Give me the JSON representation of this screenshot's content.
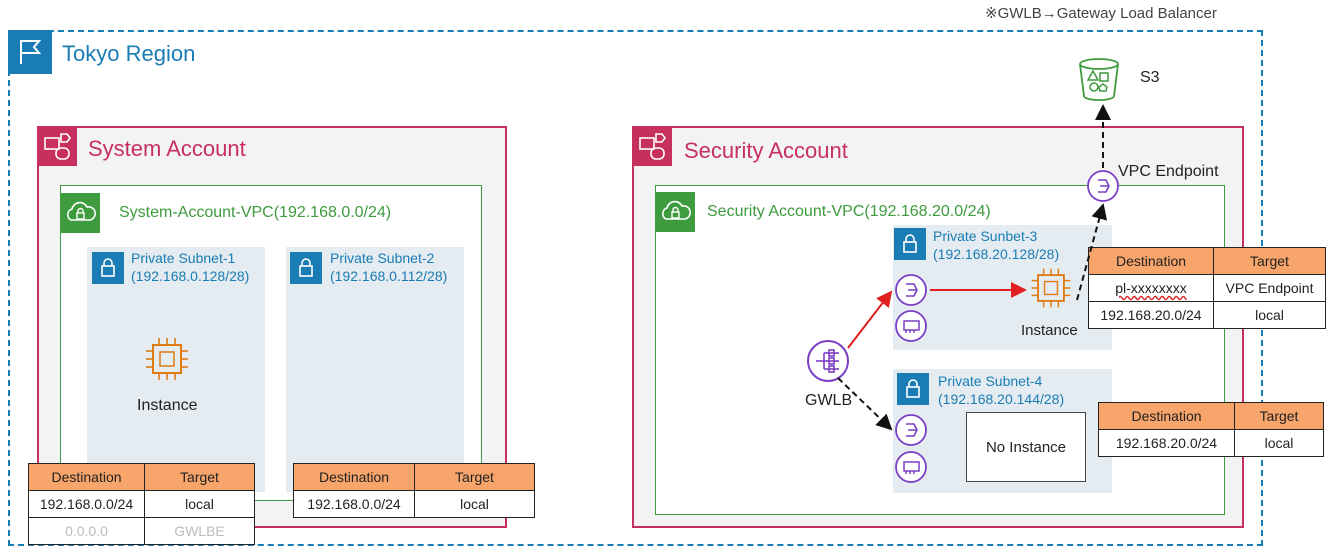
{
  "note": "※GWLB→Gateway Load Balancer",
  "region": {
    "title": "Tokyo Region"
  },
  "system_account": {
    "title": "System Account",
    "vpc_title": "System-Account-VPC(192.168.0.0/24)",
    "subnet1": {
      "name": "Private Subnet-1",
      "cidr": "(192.168.0.128/28)"
    },
    "subnet2": {
      "name": "Private Subnet-2",
      "cidr": "(192.168.0.112/28)"
    },
    "instance_label": "Instance",
    "route_table_1": {
      "headers": [
        "Destination",
        "Target"
      ],
      "rows": [
        [
          "192.168.0.0/24",
          "local"
        ],
        [
          "0.0.0.0",
          "GWLBE"
        ]
      ]
    },
    "route_table_2": {
      "headers": [
        "Destination",
        "Target"
      ],
      "rows": [
        [
          "192.168.0.0/24",
          "local"
        ]
      ]
    }
  },
  "security_account": {
    "title": "Security Account",
    "vpc_title": "Security Account-VPC(192.168.20.0/24)",
    "subnet3": {
      "name": "Private Sunbet-3",
      "cidr": "(192.168.20.128/28)"
    },
    "subnet4": {
      "name": "Private Subnet-4",
      "cidr": "(192.168.20.144/28)"
    },
    "instance_label": "Instance",
    "no_instance_label": "No Instance",
    "gwlb_label": "GWLB",
    "vpc_endpoint_label": "VPC Endpoint",
    "s3_label": "S3",
    "route_table_3": {
      "headers": [
        "Destination",
        "Target"
      ],
      "rows": [
        [
          "pl-xxxxxxxx",
          "VPC Endpoint"
        ],
        [
          "192.168.20.0/24",
          "local"
        ]
      ]
    },
    "route_table_4": {
      "headers": [
        "Destination",
        "Target"
      ],
      "rows": [
        [
          "192.168.20.0/24",
          "local"
        ]
      ]
    }
  },
  "colors": {
    "region": "#1a7cb4",
    "account": "#c7305e",
    "vpc": "#3e9b3e",
    "subnet_bg": "#e4ecf2",
    "table_header": "#f7a56b",
    "gwlb": "#7b3fc4",
    "instance": "#e07b10",
    "s3": "#3e9b3e",
    "red_arrow": "#e02020",
    "black_arrow": "#111111"
  },
  "icons": [
    "region-flag-icon",
    "account-icon",
    "vpc-cloud-icon",
    "lock-icon",
    "ec2-instance-icon",
    "gwlb-icon",
    "gwlb-endpoint-icon",
    "network-interface-icon",
    "vpc-endpoint-icon",
    "s3-bucket-icon"
  ]
}
